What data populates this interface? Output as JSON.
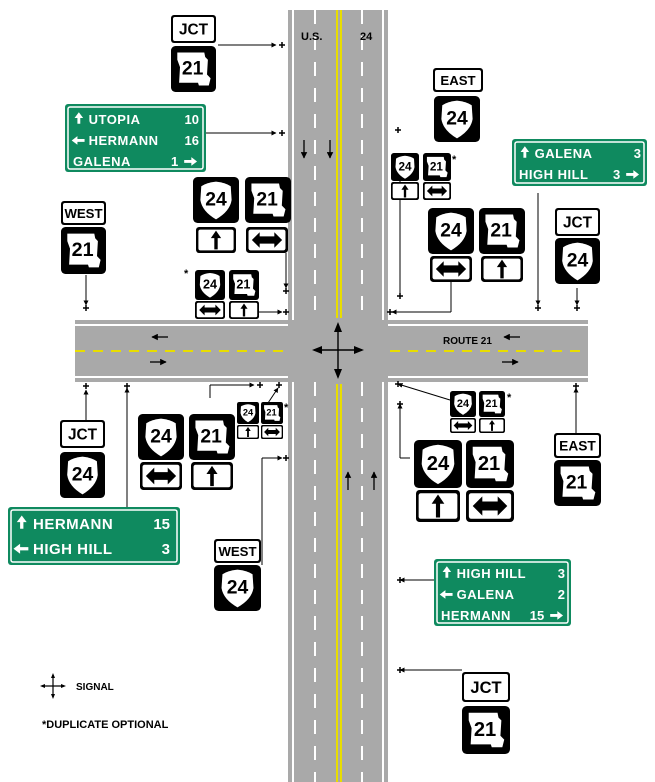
{
  "road_labels": {
    "us": "U.S.",
    "route_number": "24",
    "route21": "ROUTE 21"
  },
  "colors": {
    "guide_green": "#0f8a5f",
    "pavement": "#a9a9a9",
    "center_yellow": "#e8dd00",
    "sign_black": "#000000"
  },
  "jct": "JCT",
  "compass": {
    "east": "EAST",
    "west": "WEST"
  },
  "route_numbers": {
    "us24": "24",
    "mo21": "21"
  },
  "duplicate_mark": "*",
  "guide_sign_nw": {
    "lines": [
      {
        "arrow": "up",
        "name": "UTOPIA",
        "miles": "10"
      },
      {
        "arrow": "left",
        "name": "HERMANN",
        "miles": "16"
      },
      {
        "arrow": "right",
        "name": "GALENA",
        "miles": "1"
      }
    ]
  },
  "guide_sign_ne": {
    "lines": [
      {
        "arrow": "up",
        "name": "GALENA",
        "miles": "3"
      },
      {
        "arrow": "right",
        "name": "HIGH HILL",
        "miles": "3"
      }
    ]
  },
  "guide_sign_sw": {
    "lines": [
      {
        "arrow": "up",
        "name": "HERMANN",
        "miles": "15"
      },
      {
        "arrow": "left",
        "name": "HIGH HILL",
        "miles": "3"
      }
    ]
  },
  "guide_sign_se": {
    "lines": [
      {
        "arrow": "up",
        "name": "HIGH HILL",
        "miles": "3"
      },
      {
        "arrow": "left",
        "name": "GALENA",
        "miles": "2"
      },
      {
        "arrow": "right",
        "name": "HERMANN",
        "miles": "15"
      }
    ]
  },
  "legend": {
    "signal": "SIGNAL",
    "duplicate": "*DUPLICATE OPTIONAL"
  }
}
